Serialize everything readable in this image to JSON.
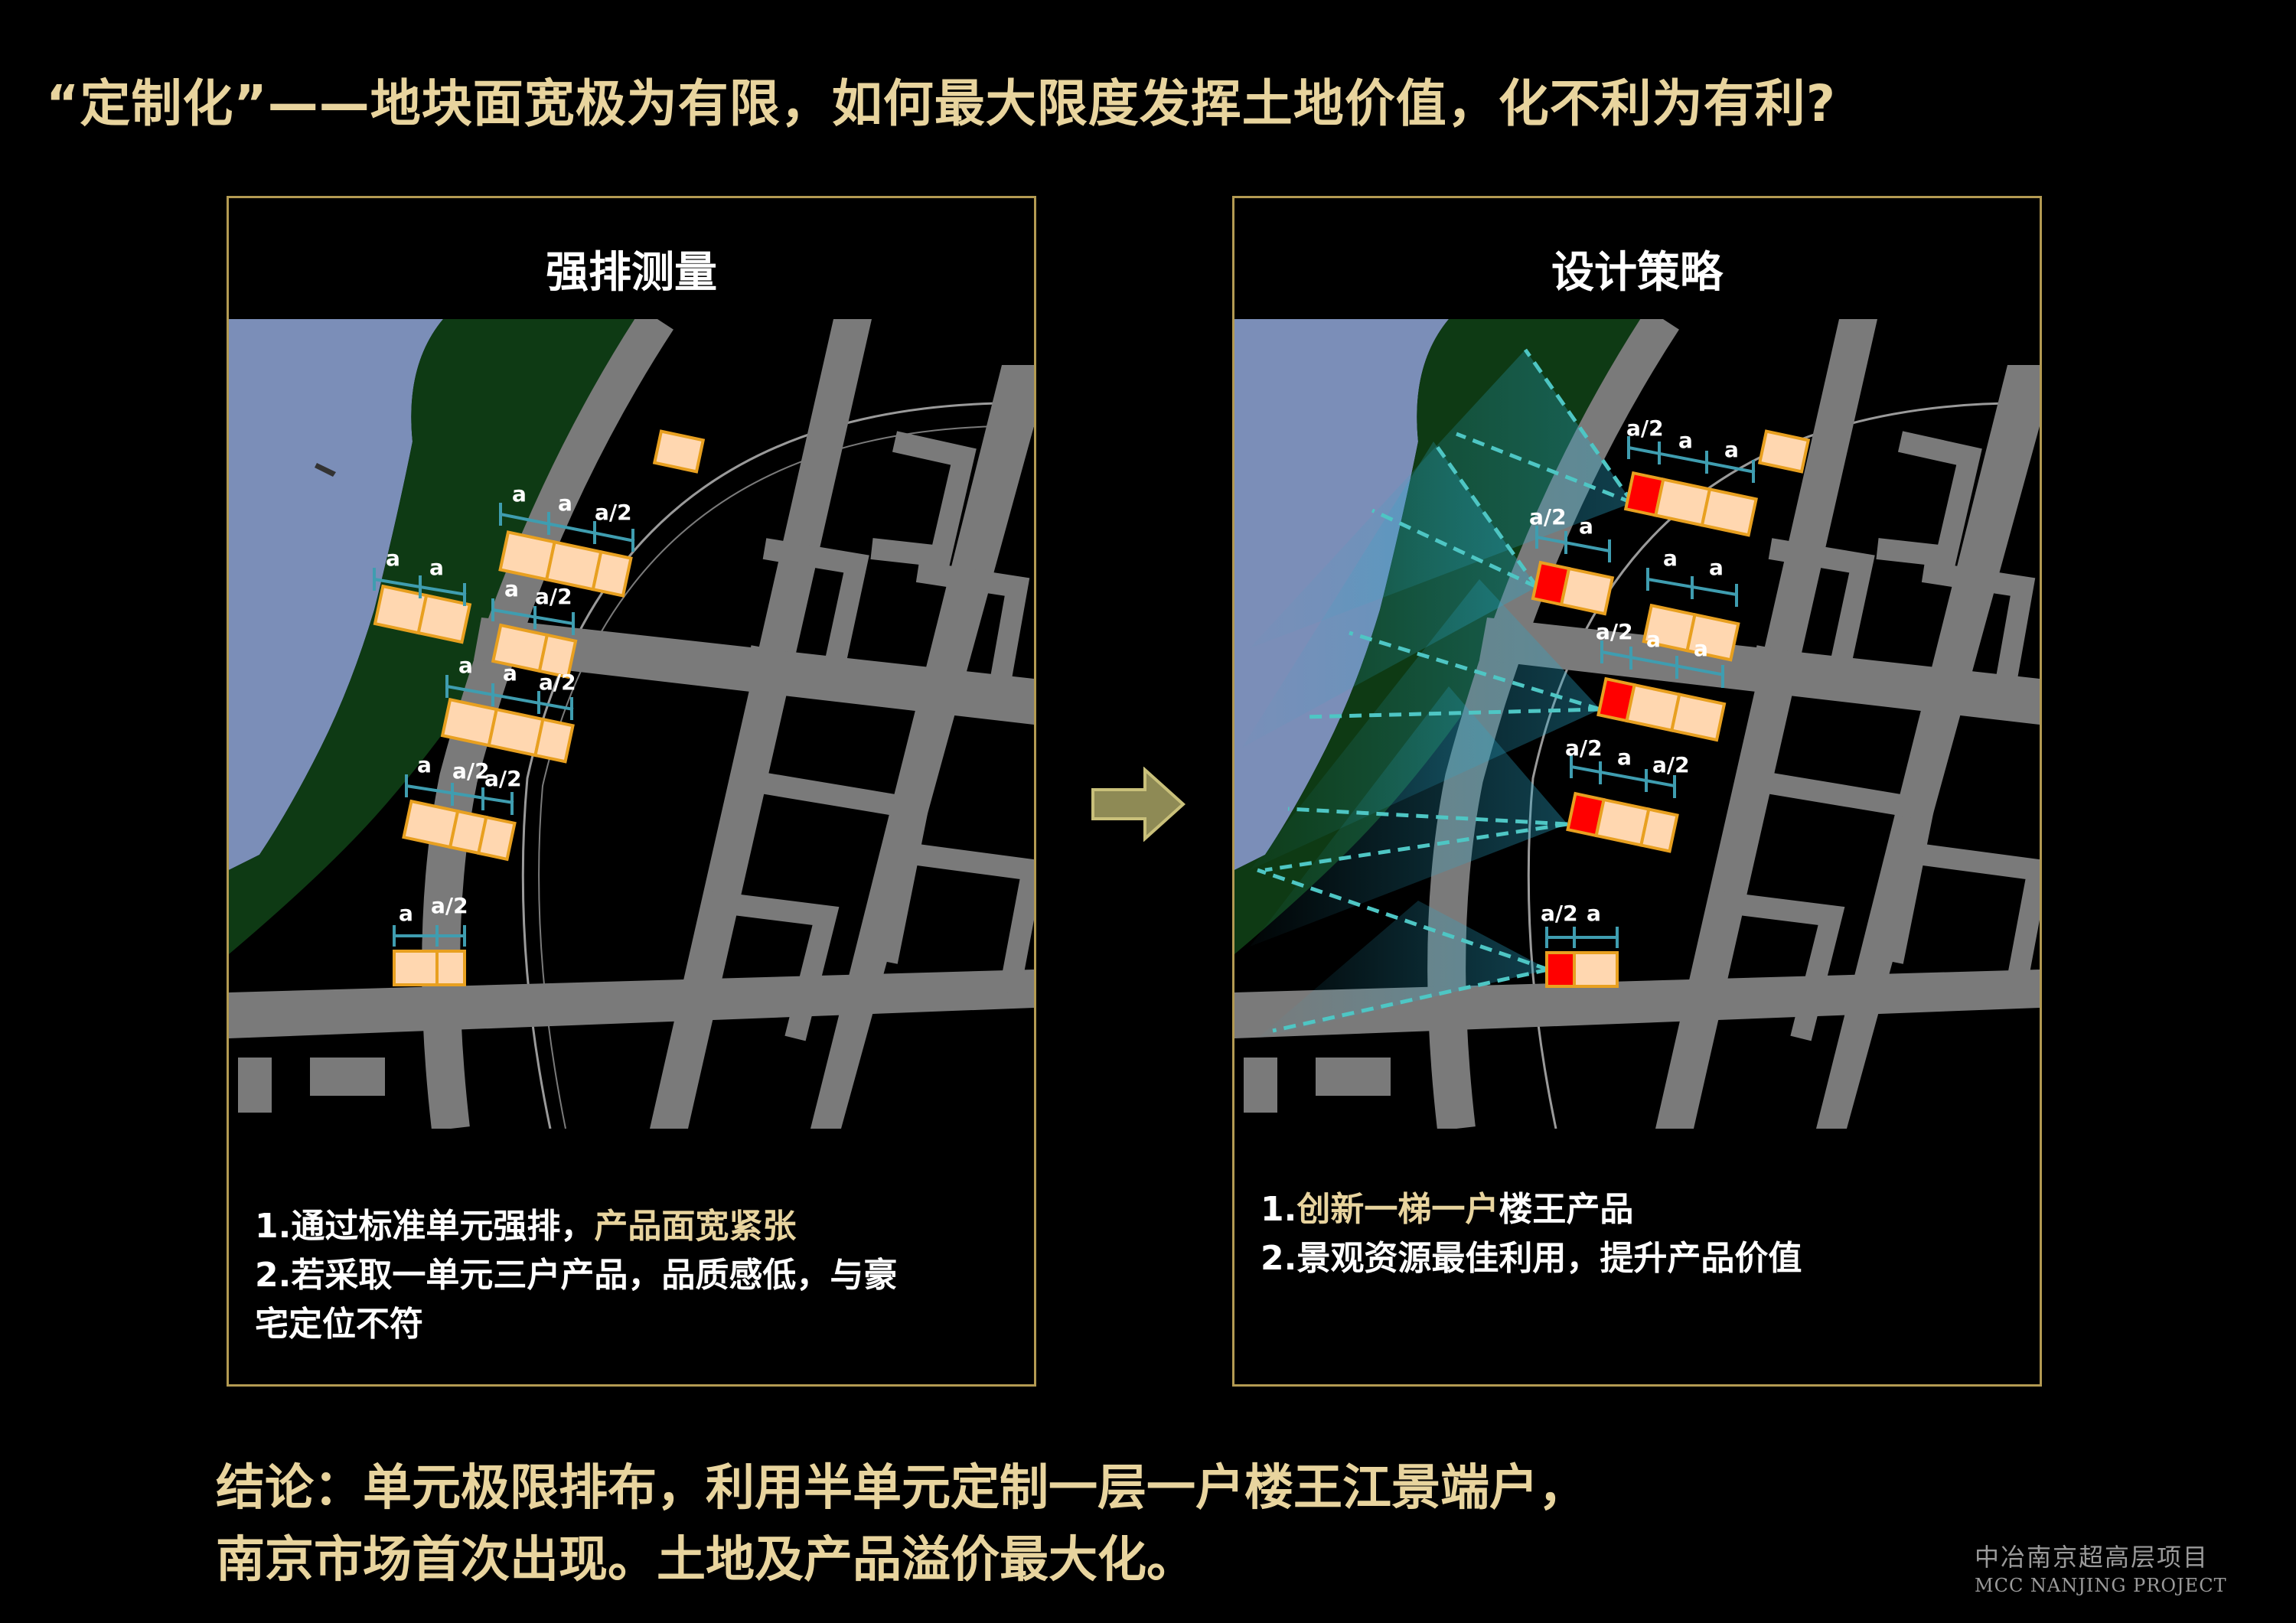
{
  "headline": "“定制化”——地块面宽极为有限，如何最大限度发挥土地价值，化不利为有利?",
  "left_panel": {
    "title": "强排测量",
    "note1_prefix": "1.通过标准单元强排，",
    "note1_highlight": "产品面宽紧张",
    "note2_line1": "2.若采取一单元三户产品，品质感低，与豪",
    "note2_line2": "宅定位不符",
    "labels": [
      "a",
      "a",
      "a/2",
      "a",
      "a",
      "a",
      "a/2",
      "a",
      "a",
      "a/2",
      "a",
      "a/2",
      "a/2",
      "a",
      "a/2"
    ]
  },
  "right_panel": {
    "title": "设计策略",
    "note1_prefix": "1.",
    "note1_highlight": "创新一梯一户",
    "note1_suffix": "楼王产品",
    "note2": "2.景观资源最佳利用，提升产品价值",
    "labels": [
      "a/2",
      "a",
      "a",
      "a/2",
      "a",
      "a",
      "a",
      "a/2",
      "a",
      "a",
      "a/2",
      "a",
      "a/2",
      "a/2",
      "a"
    ]
  },
  "conclusion_line1": "结论：单元极限排布，利用半单元定制一层一户楼王江景端户，",
  "conclusion_line2": "南京市场首次出现。土地及产品溢价最大化。",
  "footer_cn": "中冶南京超高层项目",
  "footer_en": "MCC NANJING PROJECT",
  "colors": {
    "accent_gold": "#e8d49e",
    "panel_border": "#b39a52",
    "unit_fill": "#ffd7b0",
    "unit_stroke": "#e8a020",
    "endunit_red": "#ff0000",
    "river": "#7b8eb8",
    "green": "#0e3a14",
    "road": "#7a7a7a",
    "dimension": "#3f9db0"
  }
}
